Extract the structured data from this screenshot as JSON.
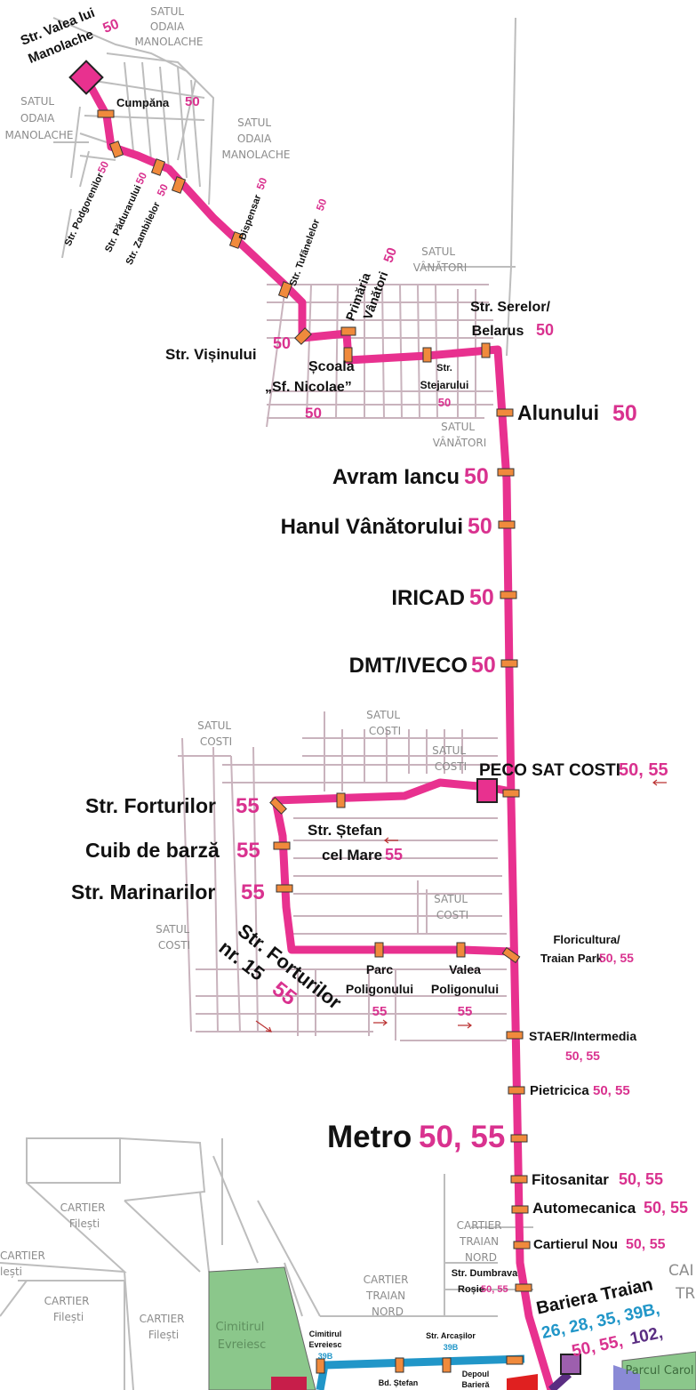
{
  "colors": {
    "route_50": "#e8318f",
    "route_number": "#d9328f",
    "route_blue": "#2196c8",
    "route_purple": "#5a2d82",
    "stop_marker": "#f08a3c",
    "cemetery": "#8bc78b",
    "park": "#8bc78b"
  },
  "areas": {
    "satul_odaia_1": [
      "SATUL",
      "ODAIA",
      "MANOLACHE"
    ],
    "satul_odaia_2": [
      "SATUL",
      "ODAIA",
      "MANOLACHE"
    ],
    "satul_odaia_3": [
      "SATUL",
      "ODAIA",
      "MANOLACHE"
    ],
    "satul_vanatori_1": [
      "SATUL",
      "VÂNĂTORI"
    ],
    "satul_vanatori_2": [
      "SATUL",
      "VÂNĂTORI"
    ],
    "satul_costi_1": [
      "SATUL",
      "COSTI"
    ],
    "satul_costi_2": [
      "SATUL",
      "COSTI"
    ],
    "satul_costi_3": [
      "SATUL",
      "COSTI"
    ],
    "satul_costi_4": [
      "SATUL",
      "COSTI"
    ],
    "satul_costi_5": [
      "SATUL",
      "COSTI"
    ],
    "cartier_filesti_1": [
      "CARTIER",
      "Filești"
    ],
    "cartier_filesti_2": [
      "CARTIER",
      "Filești"
    ],
    "cartier_filesti_3": [
      "CARTIER",
      "Filești"
    ],
    "cartier_filesti_edge": [
      "CARTIER",
      "lești"
    ],
    "cartier_traian_nord_1": [
      "CARTIER",
      "TRAIAN",
      "NORD"
    ],
    "cartier_traian_nord_2": [
      "CARTIER",
      "TRAIAN",
      "NORD"
    ],
    "cut_label": [
      "CAI",
      "TR"
    ],
    "cemetery": [
      "Cimitirul",
      "Evreiesc"
    ],
    "park": "Parcul Carol"
  },
  "stops": {
    "valea_manolache": {
      "name": [
        "Str. Valea lui",
        "Manolache"
      ],
      "routes": "50"
    },
    "cumpana": {
      "name": "Cumpăna",
      "routes": "50"
    },
    "podgorenilor": {
      "name": "Str. Podgorenilor",
      "routes": "50"
    },
    "padurarului": {
      "name": "Str. Pădurarului",
      "routes": "50"
    },
    "zambilelor": {
      "name": "Str. Zambilelor",
      "routes": "50"
    },
    "dispensar": {
      "name": "Dispensar",
      "routes": "50"
    },
    "tufanelelor": {
      "name": "Str. Tufănelelor",
      "routes": "50"
    },
    "primaria": {
      "name": [
        "Primăria",
        "Vânători"
      ],
      "routes": "50"
    },
    "visinului": {
      "name": "Str. Vișinului",
      "routes": "50"
    },
    "scoala": {
      "name": [
        "Școala",
        "„Sf. Nicolae”"
      ],
      "routes": "50"
    },
    "stejarului": {
      "name": [
        "Str.",
        "Stejarului"
      ],
      "routes": "50"
    },
    "serelor": {
      "name": [
        "Str. Serelor/",
        "Belarus"
      ],
      "routes": "50"
    },
    "alunului": {
      "name": "Alunului",
      "routes": "50"
    },
    "avram_iancu": {
      "name": "Avram Iancu",
      "routes": "50"
    },
    "hanul": {
      "name": "Hanul Vânătorului",
      "routes": "50"
    },
    "iricad": {
      "name": "IRICAD",
      "routes": "50"
    },
    "dmt": {
      "name": "DMT/IVECO",
      "routes": "50"
    },
    "peco": {
      "name": "PECO SAT COSTI",
      "routes": "50, 55"
    },
    "forturilor": {
      "name": "Str. Forturilor",
      "routes": "55"
    },
    "stefan": {
      "name": [
        "Str. Ștefan",
        "cel Mare"
      ],
      "routes": "55"
    },
    "cuib": {
      "name": "Cuib de barză",
      "routes": "55"
    },
    "marinarilor": {
      "name": "Str. Marinarilor",
      "routes": "55"
    },
    "forturilor15": {
      "name": [
        "Str. Forturilor",
        "nr. 15"
      ],
      "routes": "55"
    },
    "parc": {
      "name": [
        "Parc",
        "Poligonului"
      ],
      "routes": "55"
    },
    "valea_pol": {
      "name": [
        "Valea",
        "Poligonului"
      ],
      "routes": "55"
    },
    "floricultura": {
      "name": [
        "Floricultura/",
        "Traian Park"
      ],
      "routes": "50, 55"
    },
    "staer": {
      "name": "STAER/Intermedia",
      "routes": "50, 55"
    },
    "pietricica": {
      "name": "Pietricica",
      "routes": "50, 55"
    },
    "metro": {
      "name": "Metro",
      "routes": "50, 55"
    },
    "fitosanitar": {
      "name": "Fitosanitar",
      "routes": "50, 55"
    },
    "automecanica": {
      "name": "Automecanica",
      "routes": "50, 55"
    },
    "cartierul_nou": {
      "name": "Cartierul Nou",
      "routes": "50, 55"
    },
    "dumbrava": {
      "name": [
        "Str. Dumbrava",
        "Roșie"
      ],
      "routes": "50, 55"
    },
    "bariera": {
      "name": "Bariera Traian",
      "routes_line1": "26, 28, 35, 39B,",
      "routes_line2a": "50, 55,",
      "routes_line2b": "102,"
    },
    "cimitirul": {
      "name": [
        "Cimitirul",
        "Evreiesc"
      ],
      "routes": "39B"
    },
    "arcasilor": {
      "name": "Str. Arcașilor",
      "routes": "39B"
    },
    "bd_stefan": {
      "name": "Bd. Ștefan"
    },
    "depoul": {
      "name": [
        "Depoul",
        "Barieră"
      ]
    }
  }
}
